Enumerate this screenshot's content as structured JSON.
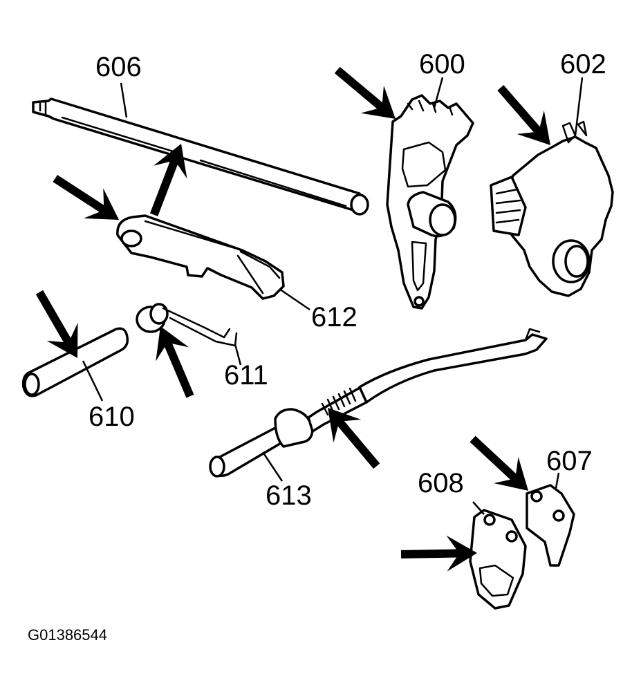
{
  "callouts": {
    "p606": "606",
    "p600": "600",
    "p602": "602",
    "p612": "612",
    "p611": "611",
    "p610": "610",
    "p613": "613",
    "p608": "608",
    "p607": "607"
  },
  "figure_id": "G01386544",
  "colors": {
    "ink": "#000000",
    "paper": "#ffffff"
  },
  "icons": [
    "arrow-icon"
  ]
}
